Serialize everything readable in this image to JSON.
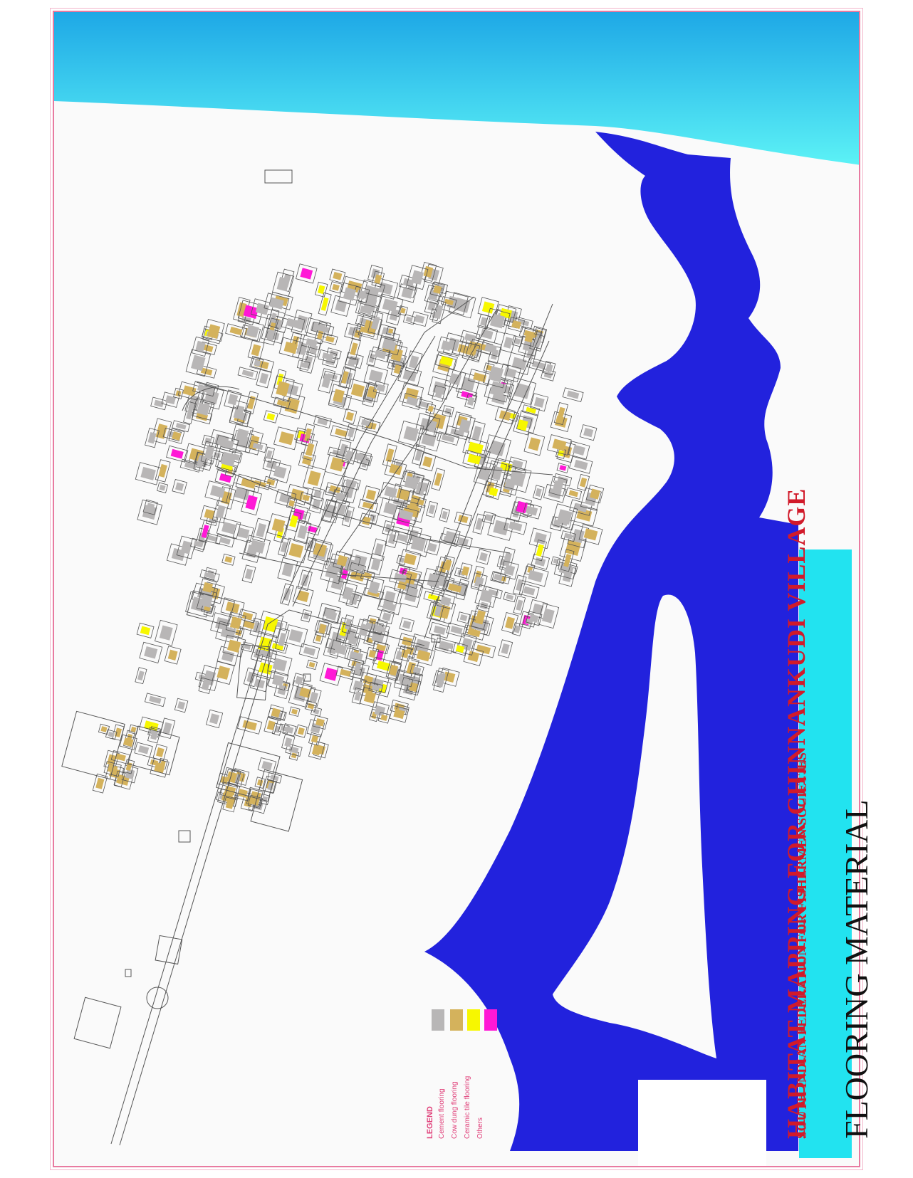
{
  "map": {
    "title": "HABITAT MAPPING FOR CHINNANKUDI VILLAGE",
    "subtitle": "SOUTH INDIAN FEDERATION FOR FISHERMEN SOCIETIES",
    "map_type": "FLOORING MATERIAL"
  },
  "legend": {
    "title": "LEGEND",
    "items": [
      {
        "label": "Cement flooring",
        "color": "#b8b6b6"
      },
      {
        "label": "Cow dung flooring",
        "color": "#d4b25c"
      },
      {
        "label": "Ceramic tile flooring",
        "color": "#f7f700"
      },
      {
        "label": "Others",
        "color": "#ff18d6"
      }
    ]
  },
  "colors": {
    "sea": "#3ad6ee",
    "river": "#2222dd",
    "frame": "#e87aa0",
    "title_bg": "#22e3f0",
    "title_text": "#d11a2a"
  }
}
